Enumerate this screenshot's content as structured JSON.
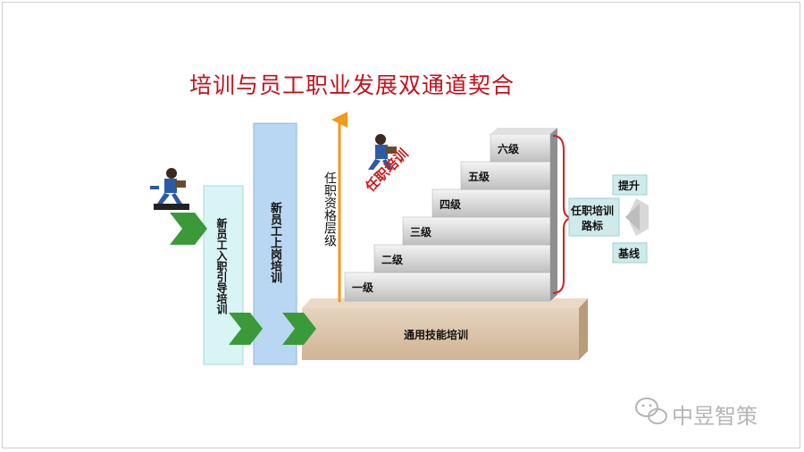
{
  "title": "培训与员工职业发展双通道契合",
  "new_employee_intro": "新员工入职引导培训",
  "new_employee_onboard": "新员工上岗培训",
  "qualification_axis": "任职资格层级",
  "qualification_training": "任职培训",
  "general_skills": "通用技能培训",
  "steps": [
    "一级",
    "二级",
    "三级",
    "四级",
    "五级",
    "六级"
  ],
  "path_box": {
    "line1": "任职培训",
    "line2": "路标"
  },
  "promote": "提升",
  "baseline": "基线",
  "watermark": "中昱智策",
  "colors": {
    "title": "#c0141c",
    "green_arrow": "#3a9a3a",
    "orange_axis": "#f29a1a",
    "light_cyan_bar": "#d8f4f4",
    "blue_bar": "#b9d7f2",
    "tan_base": "#dcc7ae",
    "teal_box": "#cfeaea"
  }
}
